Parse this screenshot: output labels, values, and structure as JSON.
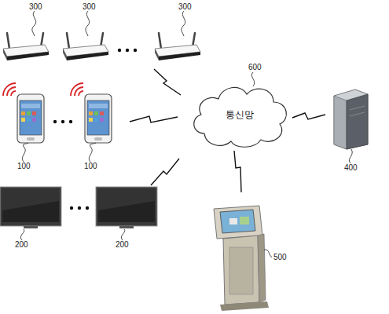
{
  "diagram": {
    "nodes": [
      {
        "text": [
          "통신망"
        ]
      }
    ],
    "labels": [
      "300",
      "300",
      "300",
      "100",
      "100",
      "200",
      "200",
      "600",
      "400",
      "500"
    ]
  }
}
